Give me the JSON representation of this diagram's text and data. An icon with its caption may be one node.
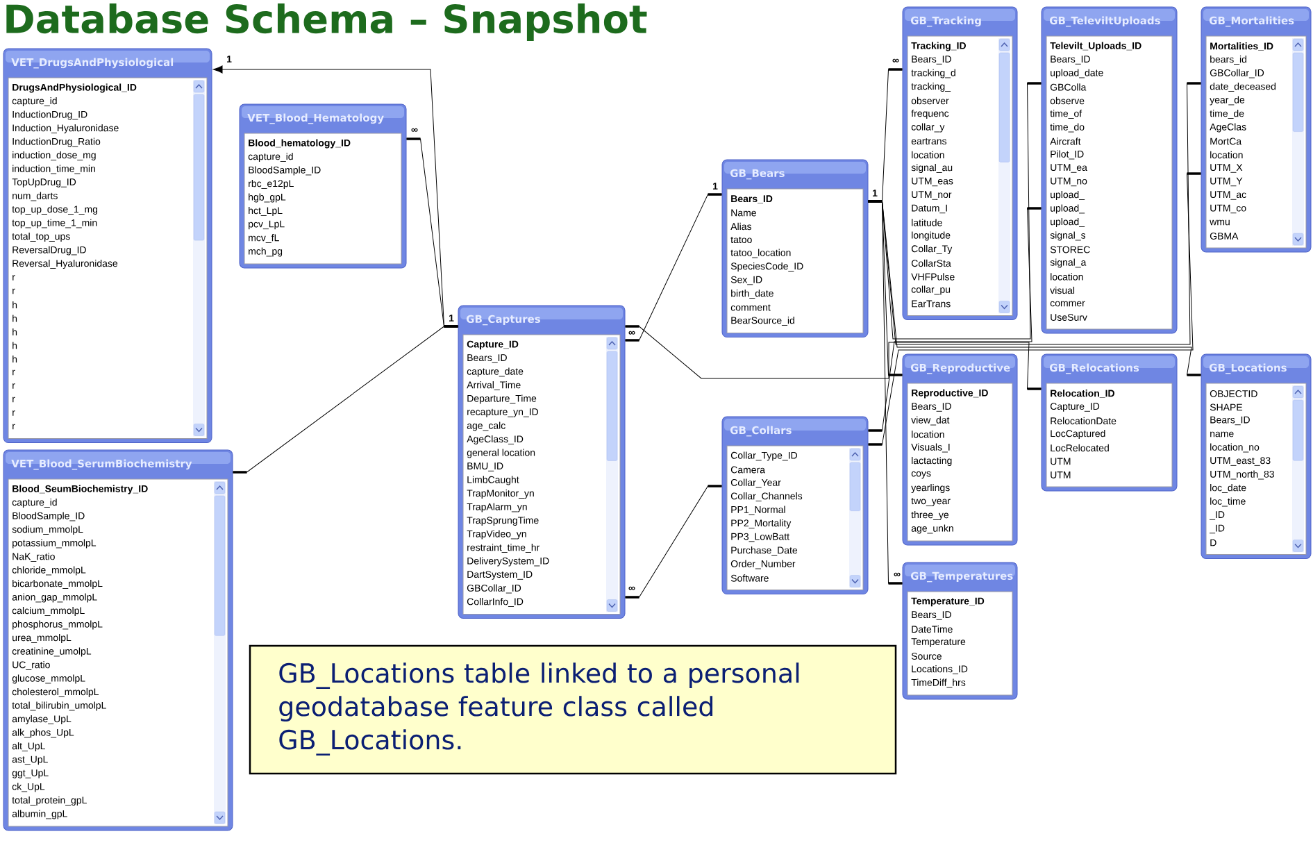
{
  "diagram": {
    "title": "Database Schema – Snapshot",
    "nodes": [
      {
        "text": [
          "VET_DrugsAndPhysiological",
          "DrugsAndPhysiological_ID",
          "capture_id",
          "InductionDrug_ID",
          "Induction_Hyaluronidase",
          "InductionDrug_Ratio",
          "induction_dose_mg",
          "induction_time_min",
          "TopUpDrug_ID",
          "num_darts",
          "top_up_dose_1_mg",
          "top_up_time_1_min",
          "total_top_ups",
          "ReversalDrug_ID",
          "Reversal_Hyaluronidase",
          "r",
          "r",
          "h",
          "h",
          "h",
          "h",
          "h",
          "r",
          "r",
          "r",
          "r",
          "r"
        ]
      },
      {
        "text": [
          "VET_Blood_Hematology",
          "Blood_hematology_ID",
          "capture_id",
          "BloodSample_ID",
          "rbc_e12pL",
          "hgb_gpL",
          "hct_LpL",
          "pcv_LpL",
          "mcv_fL",
          "mch_pg"
        ]
      },
      {
        "text": [
          "VET_Blood_SerumBiochemistry",
          "Blood_SeumBiochemistry_ID",
          "capture_id",
          "BloodSample_ID",
          "sodium_mmolpL",
          "potassium_mmolpL",
          "NaK_ratio",
          "chloride_mmolpL",
          "bicarbonate_mmolpL",
          "anion_gap_mmolpL",
          "calcium_mmolpL",
          "phosphorus_mmolpL",
          "urea_mmolpL",
          "creatinine_umolpL",
          "UC_ratio",
          "glucose_mmolpL",
          "cholesterol_mmolpL",
          "total_bilirubin_umolpL",
          "amylase_UpL",
          "alk_phos_UpL",
          "alt_UpL",
          "ast_UpL",
          "ggt_UpL",
          "ck_UpL",
          "total_protein_gpL",
          "albumin_gpL"
        ]
      },
      {
        "text": [
          "GB_Captures",
          "Capture_ID",
          "Bears_ID",
          "capture_date",
          "Arrival_Time",
          "Departure_Time",
          "recapture_yn_ID",
          "age_calc",
          "AgeClass_ID",
          "general location",
          "BMU_ID",
          "LimbCaught",
          "TrapMonitor_yn",
          "TrapAlarm_yn",
          "TrapSprungTime",
          "TrapVideo_yn",
          "restraint_time_hr",
          "DeliverySystem_ID",
          "DartSystem_ID",
          "GBCollar_ID",
          "CollarInfo_ID"
        ]
      },
      {
        "text": [
          "GB_Bears",
          "Bears_ID",
          "Name",
          "Alias",
          "tatoo",
          "tatoo_location",
          "SpeciesCode_ID",
          "Sex_ID",
          "birth_date",
          "comment",
          "BearSource_id"
        ]
      },
      {
        "text": [
          "GB_Collars",
          "Collar_Type_ID",
          "Camera",
          "Collar_Year",
          "Collar_Channels",
          "PP1_Normal",
          "PP2_Mortality",
          "PP3_LowBatt",
          "Purchase_Date",
          "Order_Number",
          "Software"
        ]
      },
      {
        "text": [
          "GB_Tracking",
          "Tracking_ID",
          "Bears_ID",
          "tracking_d",
          "tracking_",
          "observer",
          "frequenc",
          "collar_y",
          "eartrans",
          "location",
          "signal_au",
          "UTM_eas",
          "UTM_nor",
          "Datum_I",
          "latitude",
          "longitude",
          "Collar_Ty",
          "CollarSta",
          "VHFPulse",
          "collar_pu",
          "EarTrans"
        ]
      },
      {
        "text": [
          "GB_TeleviltUploads",
          "Televilt_Uploads_ID",
          "Bears_ID",
          "upload_date",
          "GBColla",
          "observe",
          "time_of",
          "time_do",
          "Aircraft",
          "Pilot_ID",
          "UTM_ea",
          "UTM_no",
          "upload_",
          "upload_",
          "upload_",
          "signal_s",
          "STOREC",
          "signal_a",
          "location",
          "visual",
          "commer",
          "UseSurv"
        ]
      },
      {
        "text": [
          "GB_Mortalities",
          "Mortalities_ID",
          "bears_id",
          "GBCollar_ID",
          "date_deceased",
          "year_de",
          "time_de",
          "AgeClas",
          "MortCa",
          "location",
          "UTM_X",
          "UTM_Y",
          "UTM_ac",
          "UTM_co",
          "wmu",
          "GBMA"
        ]
      },
      {
        "text": [
          "GB_Reproductive",
          "Reproductive_ID",
          "Bears_ID",
          "view_dat",
          "location",
          "Visuals_I",
          "lactacting",
          "coys",
          "yearlings",
          "two_year",
          "three_ye",
          "age_unkn"
        ]
      },
      {
        "text": [
          "GB_Relocations",
          "Relocation_ID",
          "Capture_ID",
          "RelocationDate",
          "LocCaptured",
          "LocRelocated",
          "UTM",
          "UTM"
        ]
      },
      {
        "text": [
          "GB_Locations",
          "OBJECTID",
          "SHAPE",
          "Bears_ID",
          "name",
          "location_no",
          "UTM_east_83",
          "UTM_north_83",
          "loc_date",
          "loc_time",
          "_ID",
          "_ID",
          "D"
        ]
      },
      {
        "text": [
          "GB_Temperatures",
          "Temperature_ID",
          "Bears_ID",
          "DateTime",
          "Temperature",
          "Source",
          "Locations_ID",
          "TimeDiff_hrs"
        ]
      },
      {
        "text": [
          "GB_Locations table linked to a personal geodatabase feature class called GB_Locations."
        ]
      }
    ],
    "edges": [
      {
        "from": 3,
        "to": 0,
        "arrow": "to"
      },
      {
        "from": 3,
        "to": 1,
        "arrow": "none"
      },
      {
        "from": 3,
        "to": 2,
        "arrow": "none"
      },
      {
        "from": 4,
        "to": 3,
        "arrow": "none"
      },
      {
        "from": 3,
        "to": 10,
        "arrow": "none"
      },
      {
        "from": 5,
        "to": 3,
        "arrow": "none"
      },
      {
        "from": 4,
        "to": 6,
        "arrow": "none"
      },
      {
        "from": 4,
        "to": 7,
        "arrow": "none"
      },
      {
        "from": 4,
        "to": 8,
        "arrow": "none"
      },
      {
        "from": 4,
        "to": 9,
        "arrow": "none"
      },
      {
        "from": 4,
        "to": 12,
        "arrow": "none"
      },
      {
        "from": 4,
        "to": 11,
        "arrow": "none"
      },
      {
        "from": 5,
        "to": 7,
        "arrow": "none"
      },
      {
        "from": 5,
        "to": 8,
        "arrow": "none"
      }
    ],
    "labels": [
      "∞",
      "1",
      "∞",
      "1",
      "1",
      "1",
      "∞",
      "∞",
      "∞"
    ]
  }
}
